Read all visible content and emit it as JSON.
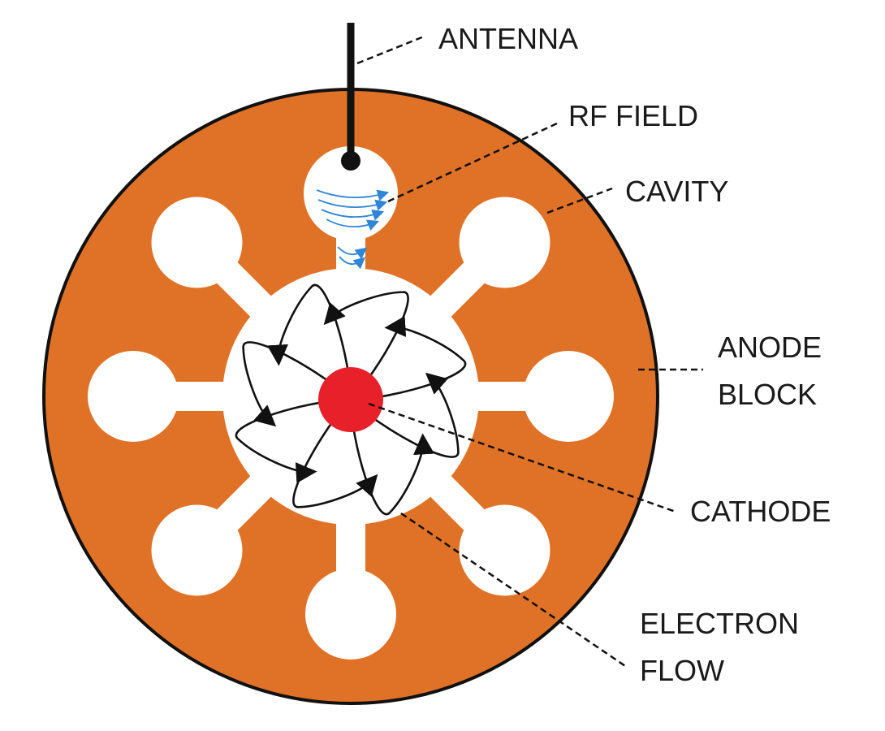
{
  "labels": {
    "antenna": "ANTENNA",
    "rf_field": "RF FIELD",
    "cavity": "CAVITY",
    "anode_line1": "ANODE",
    "anode_line2": "BLOCK",
    "cathode": "CATHODE",
    "electron_line1": "ELECTRON",
    "electron_line2": "FLOW"
  },
  "colors": {
    "anode": "#e07228",
    "cathode": "#e8202a",
    "rf_field": "#2f86d6",
    "outline": "#111111",
    "cavity": "#ffffff"
  },
  "structure": {
    "resonant_cavities": 8,
    "electron_flow_loops": 8
  }
}
